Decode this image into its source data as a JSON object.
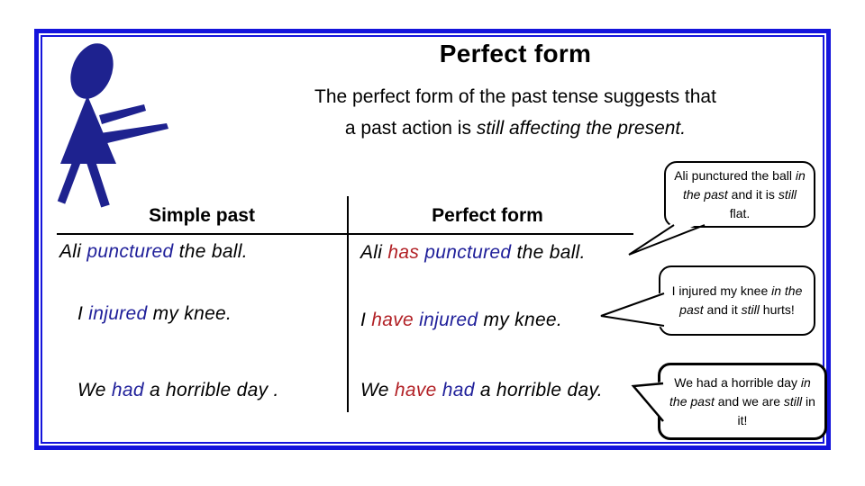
{
  "slide_title": "Perfect form",
  "subtitle": {
    "line1": "The perfect form of the past tense suggests that",
    "line2_segments": [
      {
        "text": "a past action is ",
        "style": "plain"
      },
      {
        "text": "still affecting the present.",
        "style": "italic"
      }
    ]
  },
  "figure_icon": "presenter-figure-icon",
  "comparison_table": {
    "left_header": "Simple past",
    "right_header": "Perfect form",
    "left_rows": [
      {
        "segments": [
          {
            "text": "Ali ",
            "style": "plain"
          },
          {
            "text": "punctured",
            "style": "blue"
          },
          {
            "text": " the ball.",
            "style": "plain"
          }
        ]
      },
      {
        "segments": [
          {
            "text": "I ",
            "style": "plain"
          },
          {
            "text": "injured",
            "style": "blue"
          },
          {
            "text": " my knee.",
            "style": "plain"
          }
        ]
      },
      {
        "segments": [
          {
            "text": "We ",
            "style": "plain"
          },
          {
            "text": "had",
            "style": "blue"
          },
          {
            "text": " a horrible day .",
            "style": "plain"
          }
        ]
      }
    ],
    "right_rows": [
      {
        "segments": [
          {
            "text": "Ali ",
            "style": "plain"
          },
          {
            "text": "has",
            "style": "red"
          },
          {
            "text": " punctured",
            "style": "blue"
          },
          {
            "text": " the ball.",
            "style": "plain"
          }
        ]
      },
      {
        "segments": [
          {
            "text": "I ",
            "style": "plain"
          },
          {
            "text": "have",
            "style": "red"
          },
          {
            "text": " injured",
            "style": "blue"
          },
          {
            "text": " my knee.",
            "style": "plain"
          }
        ]
      },
      {
        "segments": [
          {
            "text": "We ",
            "style": "plain"
          },
          {
            "text": "have",
            "style": "red"
          },
          {
            "text": " had",
            "style": "blue"
          },
          {
            "text": " a horrible day.",
            "style": "plain"
          }
        ]
      }
    ]
  },
  "callouts": [
    {
      "segments": [
        {
          "text": "Ali punctured the ball ",
          "style": "plain"
        },
        {
          "text": "in the past",
          "style": "italic"
        },
        {
          "text": " and it is ",
          "style": "plain"
        },
        {
          "text": "still",
          "style": "italic"
        },
        {
          "text": " flat.",
          "style": "plain"
        }
      ]
    },
    {
      "segments": [
        {
          "text": "I injured my knee ",
          "style": "plain"
        },
        {
          "text": "in the past",
          "style": "italic"
        },
        {
          "text": " and it ",
          "style": "plain"
        },
        {
          "text": "still",
          "style": "italic"
        },
        {
          "text": " hurts!",
          "style": "plain"
        }
      ]
    },
    {
      "segments": [
        {
          "text": "We had a horrible day ",
          "style": "plain"
        },
        {
          "text": "in the past",
          "style": "italic"
        },
        {
          "text": " and we are ",
          "style": "plain"
        },
        {
          "text": "still",
          "style": "italic"
        },
        {
          "text": " in it!",
          "style": "plain"
        }
      ]
    }
  ],
  "colors": {
    "frame_blue": "#1414DC",
    "figure_navy": "#1E228F",
    "verb_blue": "#20209A",
    "auxiliary_red": "#B22126",
    "text_black": "#000000"
  }
}
